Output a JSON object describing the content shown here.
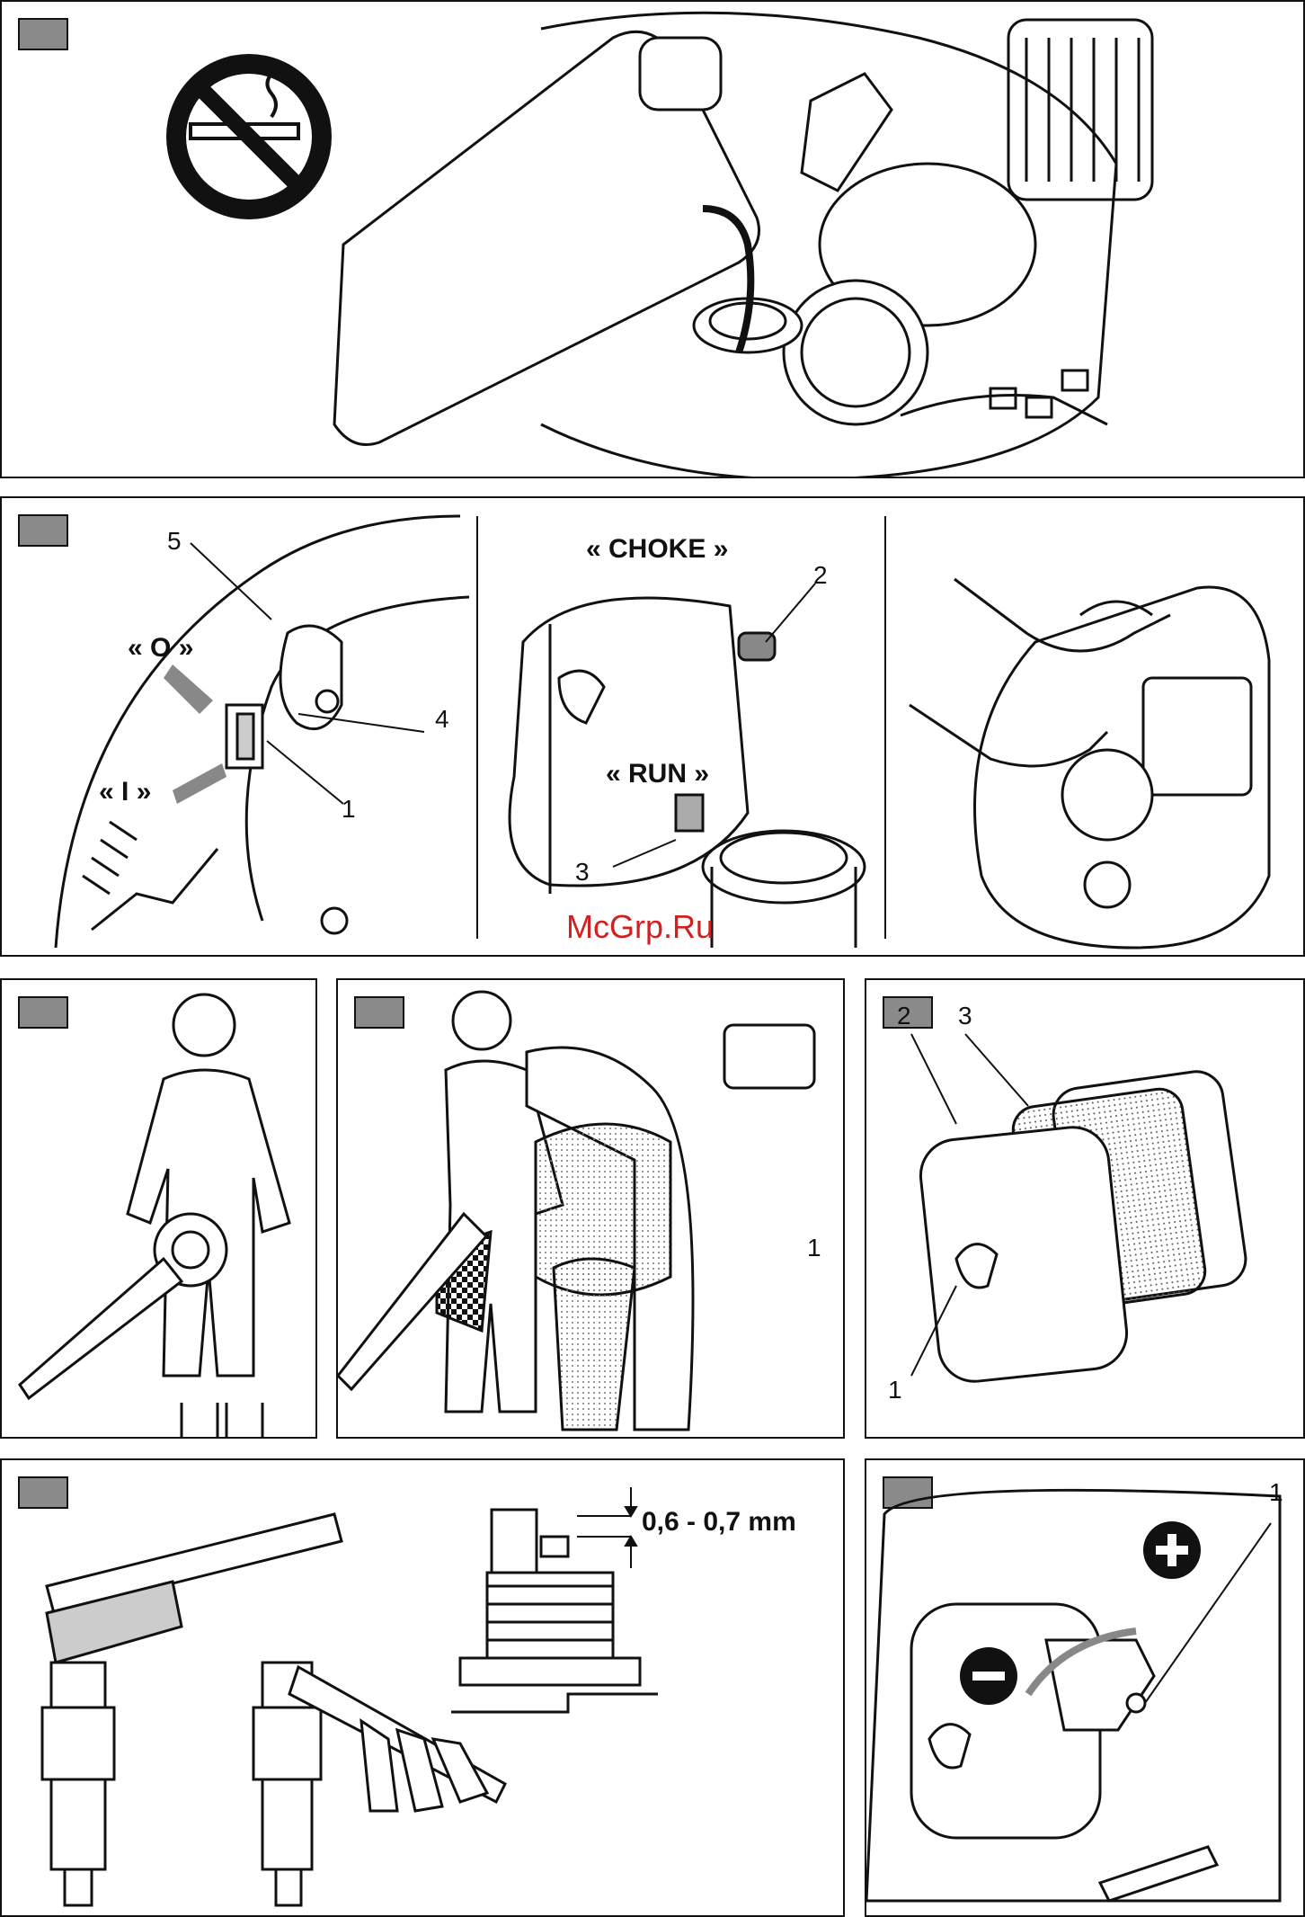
{
  "panel2": {
    "labels": {
      "choke": "« CHOKE »",
      "run": "« RUN »",
      "off": "« O »",
      "on": "« I »"
    },
    "numbers": {
      "n5": "5",
      "n4": "4",
      "n1": "1",
      "n2": "2",
      "n3": "3"
    }
  },
  "panel5": {
    "numbers": {
      "n1": "1"
    }
  },
  "panel6": {
    "numbers": {
      "n2": "2",
      "n3": "3",
      "n1": "1"
    }
  },
  "panel7": {
    "gap": "0,6 - 0,7 mm"
  },
  "panel8": {
    "numbers": {
      "n1": "1"
    }
  },
  "watermark": "McGrp.Ru"
}
